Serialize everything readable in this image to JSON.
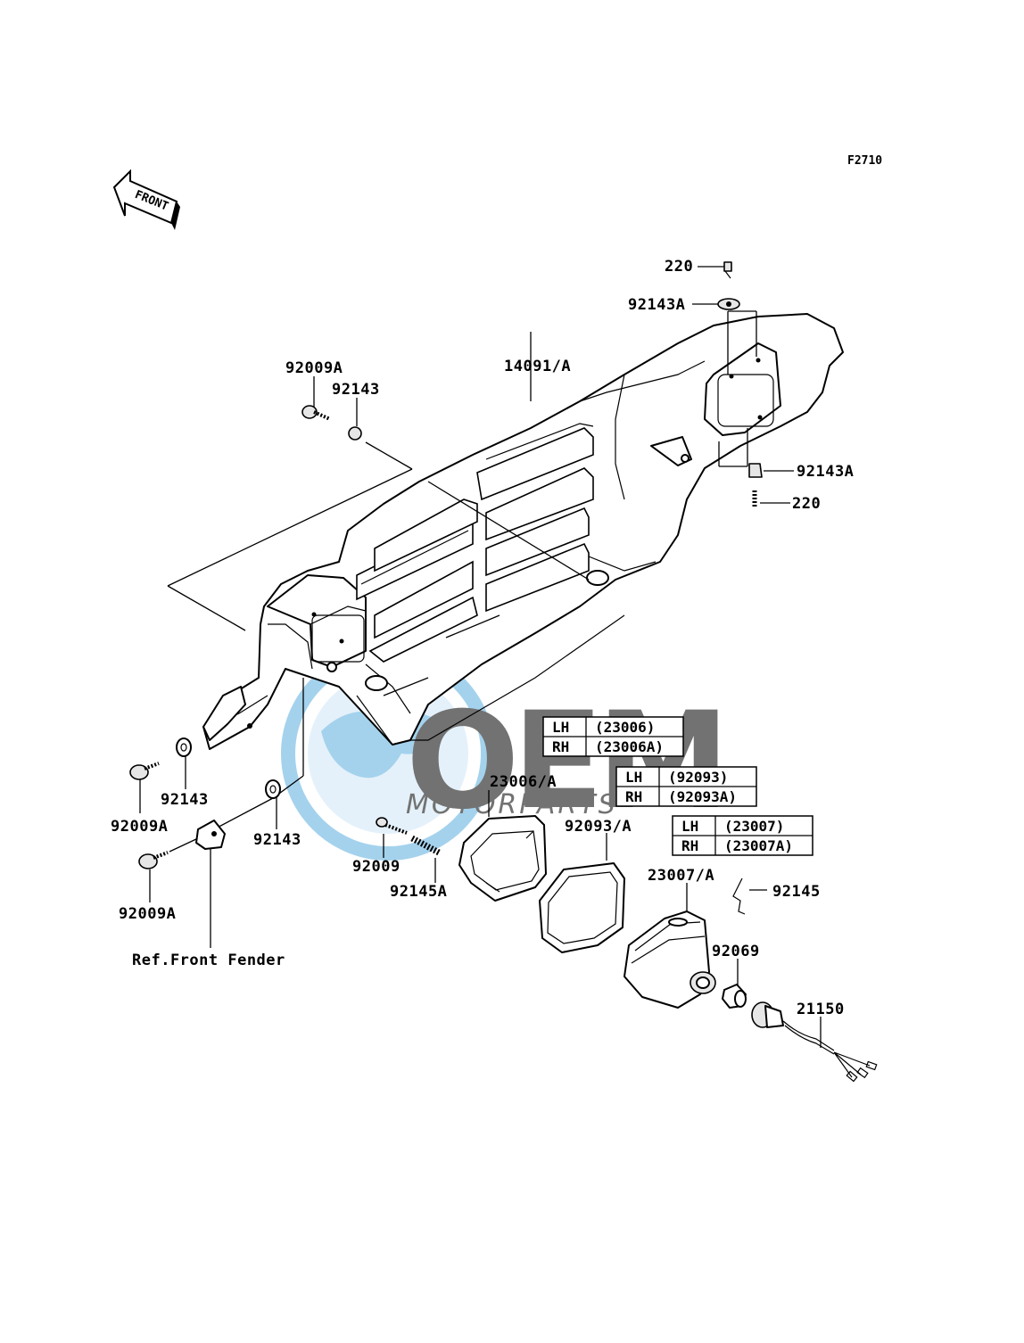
{
  "diagram_code": "F2710",
  "front_arrow_label": "FRONT",
  "watermark": {
    "brand": "OEM",
    "sub": "MOTORPARTS",
    "color": "#5aaee0"
  },
  "labels": {
    "p220_top": "220",
    "p92143A_top": "92143A",
    "p92009A_top": "92009A",
    "p14091A": "14091/A",
    "p92143_top": "92143",
    "p92143A_right": "92143A",
    "p220_right": "220",
    "p92143_left": "92143",
    "p92009A_left": "92009A",
    "p92143_mid": "92143",
    "p92009A_bottom": "92009A",
    "ref_front_fender": "Ref.Front Fender",
    "p92009": "92009",
    "p92145A": "92145A",
    "p23006A": "23006/A",
    "p92093A": "92093/A",
    "p23007A": "23007/A",
    "p92145": "92145",
    "p92069": "92069",
    "p21150": "21150"
  },
  "tables": [
    {
      "rows": [
        {
          "side": "LH",
          "part": "(23006)"
        },
        {
          "side": "RH",
          "part": "(23006A)"
        }
      ]
    },
    {
      "rows": [
        {
          "side": "LH",
          "part": "(92093)"
        },
        {
          "side": "RH",
          "part": "(92093A)"
        }
      ]
    },
    {
      "rows": [
        {
          "side": "LH",
          "part": "(23007)"
        },
        {
          "side": "RH",
          "part": "(23007A)"
        }
      ]
    }
  ]
}
